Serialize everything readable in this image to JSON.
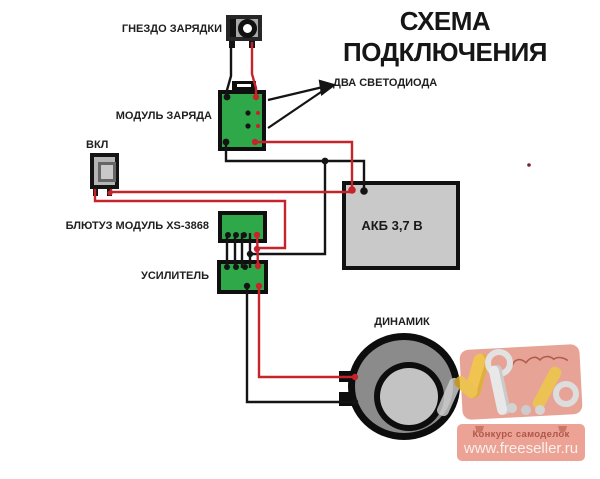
{
  "title": "СХЕМА ПОДКЛЮЧЕНИЯ",
  "components": {
    "charging_socket": {
      "label": "ГНЕЗДО ЗАРЯДКИ"
    },
    "charge_module": {
      "label": "МОДУЛЬ ЗАРЯДА"
    },
    "leds": {
      "label": "ДВА СВЕТОДИОДА"
    },
    "power_switch": {
      "label": "ВКЛ"
    },
    "battery": {
      "label": "АКБ 3,7 В"
    },
    "bluetooth_module": {
      "label": "БЛЮТУЗ МОДУЛЬ XS-3868"
    },
    "amplifier": {
      "label": "УСИЛИТЕЛЬ"
    },
    "speaker": {
      "label": "ДИНАМИК"
    }
  },
  "watermark": {
    "contest": "Конкурс самоделок",
    "site": "www.freeseller.ru"
  },
  "colors": {
    "wire_red": "#c5242b",
    "wire_black": "#141414",
    "module_green": "#2fa84a",
    "battery_gray": "#c9c9c9",
    "speaker_ring_gray": "#8b8b8b",
    "speaker_cone_gray": "#c3c3c3",
    "watermark_salmon": "#e8907e"
  }
}
